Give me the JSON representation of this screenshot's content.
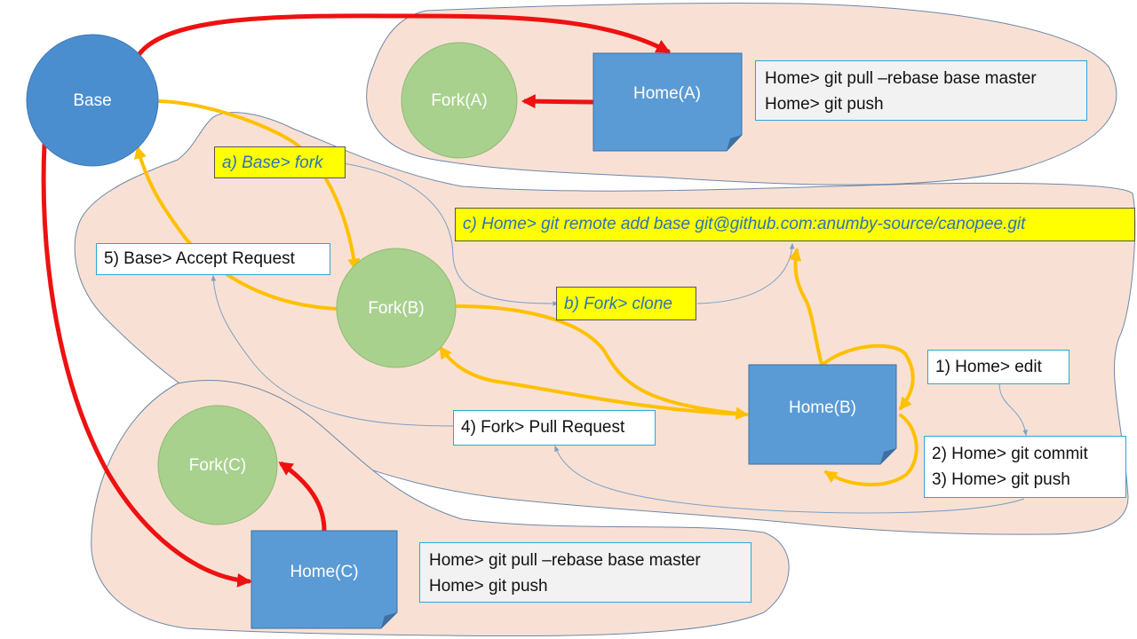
{
  "colors": {
    "region_fill": "#f8e1d4",
    "region_stroke": "#6d87a8",
    "base_fill": "#4a8ed0",
    "fork_fill": "#a9d18e",
    "home_fill": "#5b9bd5",
    "arrow_red": "#ee1111",
    "arrow_yellow": "#ffc000",
    "thin_arrow": "#7aa0c8",
    "note_yellow": "#ffff00",
    "note_text_blue": "#2b74b9",
    "note_border": "#2aa7d6"
  },
  "nodes": {
    "base": "Base",
    "fork_a": "Fork(A)",
    "fork_b": "Fork(B)",
    "fork_c": "Fork(C)",
    "home_a": "Home(A)",
    "home_b": "Home(B)",
    "home_c": "Home(C)"
  },
  "notes": {
    "home_a_cmds": [
      "Home> git pull –rebase base master",
      "Home> git push"
    ],
    "home_c_cmds": [
      "Home> git pull –rebase base master",
      "Home> git push"
    ],
    "step_a": "a) Base> fork",
    "step_b": "b) Fork> clone",
    "step_c": "c) Home> git remote add base git@github.com:anumby-source/canopee.git",
    "step_1": "1) Home> edit",
    "step_2": "2) Home> git commit",
    "step_3": "3) Home> git push",
    "step_4": "4) Fork> Pull Request",
    "step_5": "5) Base> Accept Request"
  }
}
